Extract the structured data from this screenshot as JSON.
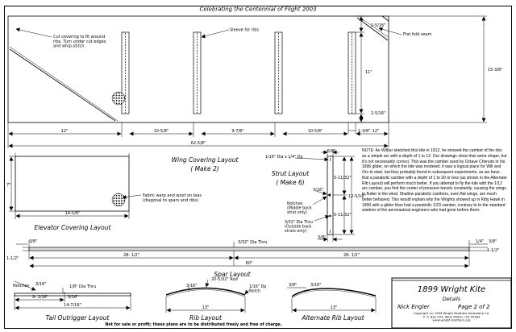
{
  "header": {
    "title": "Celebrating the Centennial of Flight 2003"
  },
  "wing": {
    "callout_cut": "Cut covering to fit around\nribs. Turn under cut edges\nand whip-stitch.",
    "callout_sleeve": "Sleeve for ribs",
    "callout_seam": "Flat fold seam",
    "dim_top_right": "2-5/16\"",
    "dim_bottom_right": "2-5/16\"",
    "dim_height_mid": "11\"",
    "dim_total_height": "15-3/8\"",
    "dim_rib_pocket": "1-3/8\"",
    "dim_segments": [
      "12\"",
      "10-5/8\"",
      "9-7/8\"",
      "10-5/8\"",
      "12\""
    ],
    "dim_total": "62-5/8\"",
    "title": "Wing Covering Layout",
    "subtitle": "( Make 2)"
  },
  "elevator": {
    "dim_height": "7\"",
    "dim_width": "14-5/8\"",
    "callout_fabric": "Fabric warp and woof on bias\n(diagonal to spars and ribs)",
    "title": "Elevator Covering Layout"
  },
  "strut": {
    "dim_hole_top": "1/16\" Dia x 1/4\" Dp",
    "dim_width_top": "5/8\"",
    "dim_hole_side": "3/16\"",
    "dim_upper": "5-11/32\"",
    "dim_total": "12-5/16\"",
    "dim_lower": "5-11/32\"",
    "note_notches": "Notches\n(Middle back\nstrut only)",
    "note_hole_outside": "3/32\" Dia Thru\n(Outside back\nstruts only)",
    "dim_bottom": "3/8\"",
    "title": "Strut Layout",
    "subtitle": "( Make 6)"
  },
  "note": {
    "text": "NOTE: As Wilbur sketched this kite in 1912, he showed the camber of the ribs as a simple arc with a depth of 1 to 12. Our drawings show that same shape, but it's not necessarily correct. This was the camber used by Octave Chenute in his 1896 glider, on which the kite was modeled. It was a logical place for Will and Orv to start, but they probably found in subsequent experiments, as we have, that a parabolic camber with a depth of 1 to 20 or less (as shown in the Alternate Rib Layout) will perform much better. If you attempt to fly the kite with the 1/12 arc camber, you find the center of pressure travels constantly, causing the wings to flutter in the wind. Shallow parabolic cambers, even flat wings, are much better behaved. This would explain why the Wrights showed up in Kitty Hawk in 1900 with a glider than had a parabolic 1/23 camber, contrary to to the standard wisdom of the aeronautical engineers who had gone before them."
  },
  "spar": {
    "dim_end_left": "3/8\"",
    "dim_hole": "3/32\" Dia Thru",
    "dim_end_right_a": "1/4\"",
    "dim_end_right_b": "3/8\"",
    "dim_height": "1-1/2\"",
    "dim_left": "28- 1/2\"",
    "dim_right": "28- 1/2\"",
    "dim_right_end": "1-1/2\"",
    "dim_total": "60\"",
    "title": "Spar Layout",
    "subtitle": "( Make 4)"
  },
  "outrigger": {
    "label_notches": "Notches",
    "dim_notch": "3/16\"",
    "dim_hole": "1/8\" Dia Thru",
    "dim_inner": "9- 1/16\"",
    "dim_inner_b": "3/16\"",
    "dim_total": "14-7/16\"",
    "title": "Tail Outrigger Layout",
    "subtitle": "( Make 2)"
  },
  "rib": {
    "dim_rod": "20-5/32\" Rod",
    "dim_depth": "3/16\"",
    "dim_notch": "1/16\" Dp\nNotch",
    "dim_length": "13\"",
    "title": "Rib Layout",
    "subtitle": "( Make 12)"
  },
  "alt_rib": {
    "dim_a": "3/8\"",
    "dim_b": "3/16\"",
    "dim_length": "13\"",
    "title": "Alternate Rib Layout"
  },
  "title_block": {
    "title": "1899 Wright Kite",
    "subtitle": "Details",
    "author": "Nick Engler",
    "page": "Page 2 of 2",
    "copyright": "Copyright (c) 1999 Wright Brothers Aeroplane Co.\nP. O. Box 204, West Milton, OH 45383\nwww.wright-brothers.org"
  },
  "footer": {
    "disclaimer": "Not for sale or profit; these plans are to be distributed freely and free of charge."
  }
}
